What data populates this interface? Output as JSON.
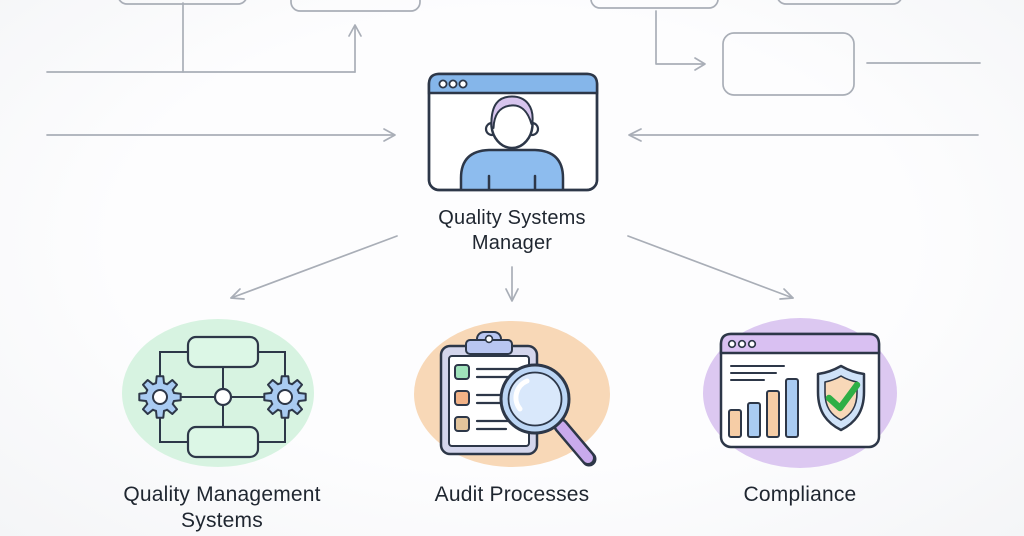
{
  "diagram": {
    "type": "org-chart",
    "center": {
      "line1": "Quality Systems",
      "line2": "Manager",
      "icon": "browser-person-icon"
    },
    "children": [
      {
        "line1": "Quality Management",
        "line2": "Systems",
        "icon": "gears-flowchart-icon"
      },
      {
        "label": "Audit Processes",
        "icon": "clipboard-magnifier-icon"
      },
      {
        "label": "Compliance",
        "icon": "dashboard-shield-icon"
      }
    ],
    "colors": {
      "line_grey": "#a9aeb7",
      "outline_dark": "#2d3748",
      "text_dark": "#1f2630",
      "window_header_blue": "#85b6ea",
      "person_shirt_blue": "#8dbcee",
      "person_hair_lavender": "#d7c5ee",
      "qms_blob_green": "#d7f3e1",
      "audit_blob_orange": "#f8d8b7",
      "compliance_blob_purple": "#dcc8f1",
      "gear_blue": "#a9cbf2",
      "flow_rect_green": "#dcf7e6",
      "clipboard_lavender": "#d4d6ec",
      "clip_periwinkle": "#b9c6f1",
      "check_green_box": "#9fe3bb",
      "check_orange_box": "#f2b286",
      "check_tan_box": "#e2c49c",
      "lens_ring_blue": "#bcd6f5",
      "lens_inner_blue": "#d9e8fb",
      "handle_purple": "#c9aaec",
      "compliance_header_purple": "#d9c0f2",
      "bar_peach": "#f6cda6",
      "bar_blue": "#a9cbf2",
      "shield_outer_blue": "#cfe2f8",
      "shield_inner_peach": "#f8d8b8",
      "check_green": "#2faf46"
    }
  }
}
